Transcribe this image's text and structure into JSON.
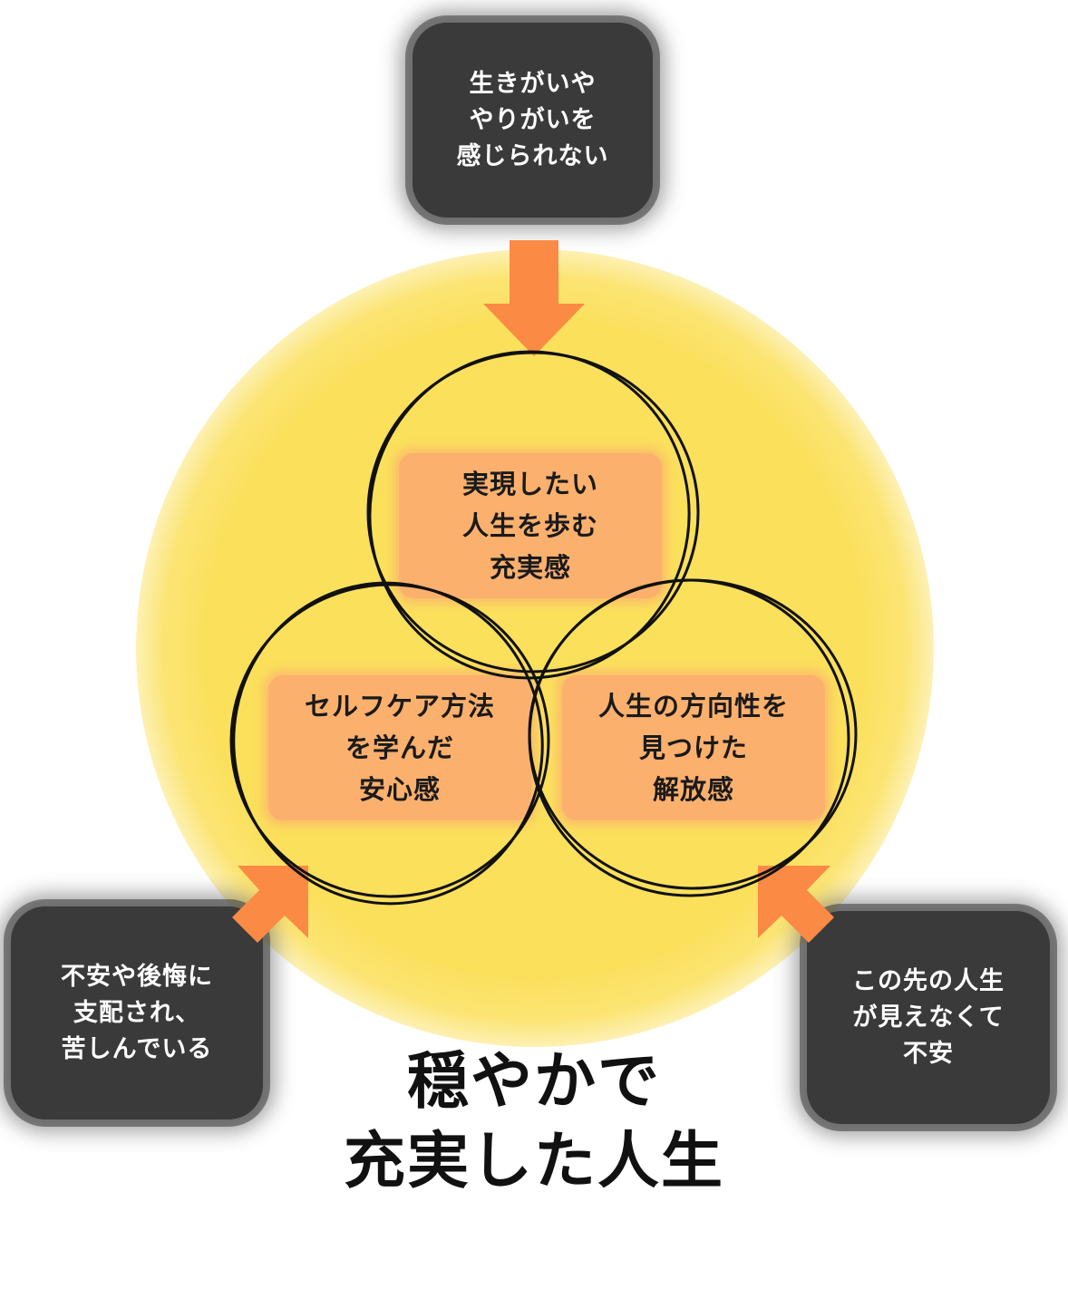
{
  "top_box": {
    "text": "生きがいや\nやりがいを\n感じられない"
  },
  "left_box": {
    "text": "不安や後悔に\n支配され、\n苦しんでいる"
  },
  "right_box": {
    "text": "この先の人生\nが見えなくて\n不安"
  },
  "circles": {
    "top": {
      "text": "実現したい\n人生を歩む\n充実感"
    },
    "left": {
      "text": "セルフケア方法\nを学んだ\n安心感"
    },
    "right": {
      "text": "人生の方向性を\n見つけた\n解放感"
    }
  },
  "title": {
    "text": "穏やかで\n充実した人生"
  },
  "colors": {
    "glow": "#fbe05c",
    "arrow": "#fb8a45",
    "label_fill": "#fbb06e",
    "dark_box": "#3a3a3a"
  }
}
